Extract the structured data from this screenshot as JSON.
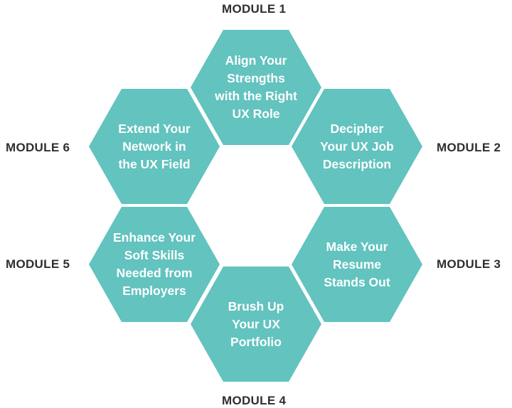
{
  "modules": [
    {
      "label": "MODULE 1",
      "lines": [
        "Align Your",
        "Strengths",
        "with the Right",
        "UX Role"
      ]
    },
    {
      "label": "MODULE 2",
      "lines": [
        "Decipher",
        "Your UX Job",
        "Description"
      ]
    },
    {
      "label": "MODULE 3",
      "lines": [
        "Make Your",
        "Resume",
        "Stands Out"
      ]
    },
    {
      "label": "MODULE 4",
      "lines": [
        "Brush Up",
        "Your UX",
        "Portfolio"
      ]
    },
    {
      "label": "MODULE 5",
      "lines": [
        "Enhance Your",
        "Soft Skills",
        "Needed from",
        "Employers"
      ]
    },
    {
      "label": "MODULE 6",
      "lines": [
        "Extend Your",
        "Network in",
        "the UX Field"
      ]
    }
  ],
  "colors": {
    "hexagon": "#62c3bf",
    "hexagon_text": "#ffffff",
    "module_label": "#2f2f2f"
  }
}
